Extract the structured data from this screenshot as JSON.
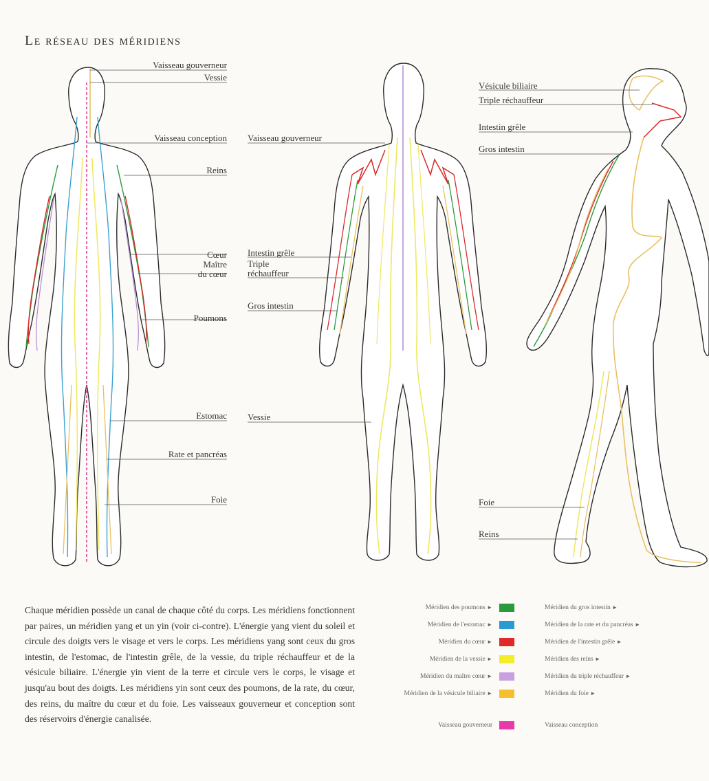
{
  "title": "Le réseau des méridiens",
  "front_labels": {
    "vaisseau_gouverneur": "Vaisseau gouverneur",
    "vessie": "Vessie",
    "vaisseau_conception": "Vaisseau conception",
    "reins": "Reins",
    "coeur": "Cœur",
    "maitre_line1": "Maître",
    "maitre_line2": "du cœur",
    "poumons": "Poumons",
    "estomac": "Estomac",
    "rate": "Rate et pancréas",
    "foie": "Foie"
  },
  "back_labels": {
    "vaisseau_gouverneur": "Vaisseau gouverneur",
    "intestin_grele": "Intestin grêle",
    "triple_line1": "Triple",
    "triple_line2": "réchauffeur",
    "gros_intestin": "Gros intestin",
    "vessie": "Vessie"
  },
  "side_labels": {
    "vesicule": "Vésicule biliaire",
    "triple": "Triple réchauffeur",
    "intestin_grele": "Intestin grêle",
    "gros_intestin": "Gros intestin",
    "foie": "Foie",
    "reins": "Reins"
  },
  "paragraph": "Chaque méridien possède un canal de chaque côté du corps. Les méridiens fonctionnent par paires, un méridien yang et un yin (voir ci-contre). L'énergie yang vient du soleil et circule des doigts vers le visage et vers le corps. Les méridiens yang sont ceux du gros intestin, de l'estomac, de l'intestin grêle, de la vessie, du triple réchauffeur et de la vésicule biliaire. L'énergie yin vient de la terre et circule vers le corps, le visage et jusqu'au bout des doigts. Les méridiens yin sont ceux des poumons, de la rate, du cœur, des reins, du maître du cœur et du foie. Les vaisseaux gouverneur et conception sont des réservoirs d'énergie canalisée.",
  "legend": {
    "rows": [
      {
        "left": "Méridien des poumons",
        "right": "Méridien du gros intestin",
        "color": "#2a9a3a"
      },
      {
        "left": "Méridien de l'estomac",
        "right": "Méridien de la rate et du pancréas",
        "color": "#2a9ad0"
      },
      {
        "left": "Méridien du cœur",
        "right": "Méridien de l'intestin grêle",
        "color": "#e02a2a"
      },
      {
        "left": "Méridien de la vessie",
        "right": "Méridien des reins",
        "color": "#f4ee2a"
      },
      {
        "left": "Méridien du maître cœur",
        "right": "Méridien du triple réchauffeur",
        "color": "#c8a0e0"
      },
      {
        "left": "Méridien de la vésicule biliaire",
        "right": "Méridien du foie",
        "color": "#f4c030"
      }
    ],
    "vessel": {
      "left": "Vaisseau gouverneur",
      "right": "Vaisseau conception",
      "color": "#e83aa8"
    },
    "arrow": "►"
  },
  "colors": {
    "outline": "#2b2b2b",
    "green": "#2a9a3a",
    "blue": "#3aa0d0",
    "red": "#d82a2a",
    "yellow": "#eee860",
    "lilac": "#b890d8",
    "gold": "#eac060",
    "pink": "#e040a0"
  }
}
